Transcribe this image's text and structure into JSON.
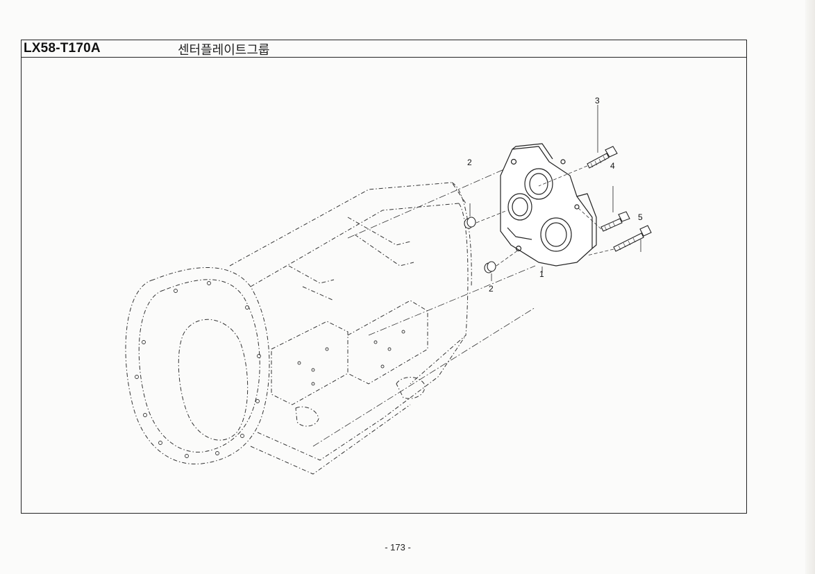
{
  "header": {
    "part_code": "LX58-T170A",
    "group_name": "센터플레이트그룹"
  },
  "callouts": [
    {
      "id": "c3",
      "label": "3"
    },
    {
      "id": "c2a",
      "label": "2"
    },
    {
      "id": "c4",
      "label": "4"
    },
    {
      "id": "c5",
      "label": "5"
    },
    {
      "id": "c1",
      "label": "1"
    },
    {
      "id": "c2b",
      "label": "2"
    }
  ],
  "footer": {
    "page_number": "- 173 -"
  }
}
